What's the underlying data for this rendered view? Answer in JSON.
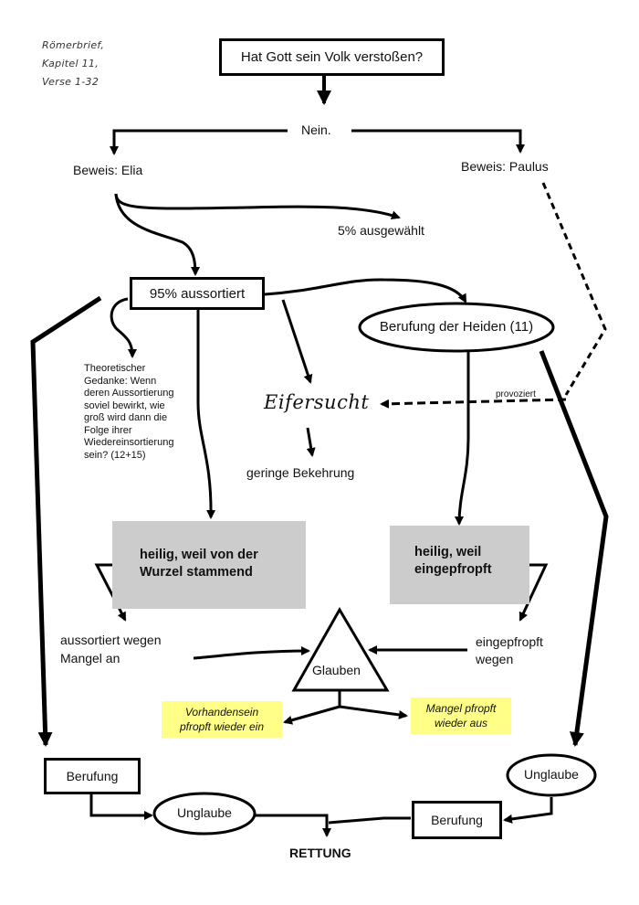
{
  "source_note": {
    "line1": "Römerbrief,",
    "line2": "Kapitel 11,",
    "line3": "Verse 1-32"
  },
  "nodes": {
    "question": "Hat Gott sein Volk verstoßen?",
    "answer": "Nein.",
    "proof_elia": "Beweis: Elia",
    "proof_paulus": "Beweis: Paulus",
    "selected": "5% ausgewählt",
    "sorted_out": "95% aussortiert",
    "calling_gentiles": "Berufung der Heiden (11)",
    "theoretical_thought": [
      "Theoretischer",
      "Gedanke: Wenn",
      "deren Aussortierung",
      "soviel bewirkt, wie",
      "groß wird dann die",
      "Folge ihrer",
      "Wiedereinsortierung",
      "sein? (12+15)"
    ],
    "jealousy": "Eifersucht",
    "provoked": "provoziert",
    "little_conversion": "geringe Bekehrung",
    "holy_root": [
      "heilig, weil von der",
      "Wurzel stammend"
    ],
    "holy_grafted": [
      "heilig, weil",
      "eingepfropft"
    ],
    "sorted_out_because": [
      "aussortiert wegen",
      "Mangel an"
    ],
    "grafted_because": [
      "eingepfropft",
      "wegen"
    ],
    "faith": "Glauben",
    "presence_grafts": [
      "Vorhandensein",
      "pfropft wieder ein"
    ],
    "lack_removes": [
      "Mangel pfropft",
      "wieder aus"
    ],
    "calling_left": "Berufung",
    "unbelief_left": "Unglaube",
    "unbelief_right": "Unglaube",
    "calling_right": "Berufung",
    "salvation": "RETTUNG"
  },
  "colors": {
    "line": "#000000",
    "grey_box": "#cccccc",
    "highlight": "#ffff88"
  }
}
